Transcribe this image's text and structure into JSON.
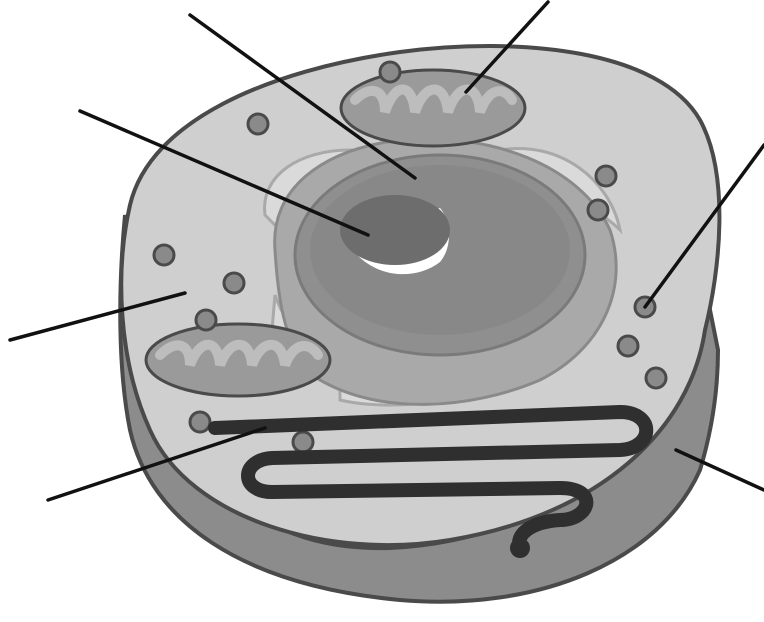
{
  "diagram": {
    "colors": {
      "outline": "#4a4a4a",
      "cytoplasm": "#cfcfcf",
      "membrane_side": "#8c8c8c",
      "membrane_side_dark": "#7a7a7a",
      "nuclear_envelope": "#a9a9a9",
      "nucleus": "#8f8f8f",
      "nucleus_inner": "#888888",
      "nucleolus": "#6d6d6d",
      "er_light": "#dadada",
      "mitochondria": "#9a9a9a",
      "cristae": "#bdbdbd",
      "ribosome": "#8a8a8a",
      "fiber": "#2f2f2f",
      "leader_line": "#111111"
    },
    "labels": [
      {
        "id": "nucleus",
        "text": ""
      },
      {
        "id": "mitochondrion-top",
        "text": ""
      },
      {
        "id": "nucleolus",
        "text": ""
      },
      {
        "id": "ribosome",
        "text": ""
      },
      {
        "id": "cytoplasm",
        "text": ""
      },
      {
        "id": "fiber",
        "text": ""
      },
      {
        "id": "cell-membrane",
        "text": ""
      }
    ]
  }
}
